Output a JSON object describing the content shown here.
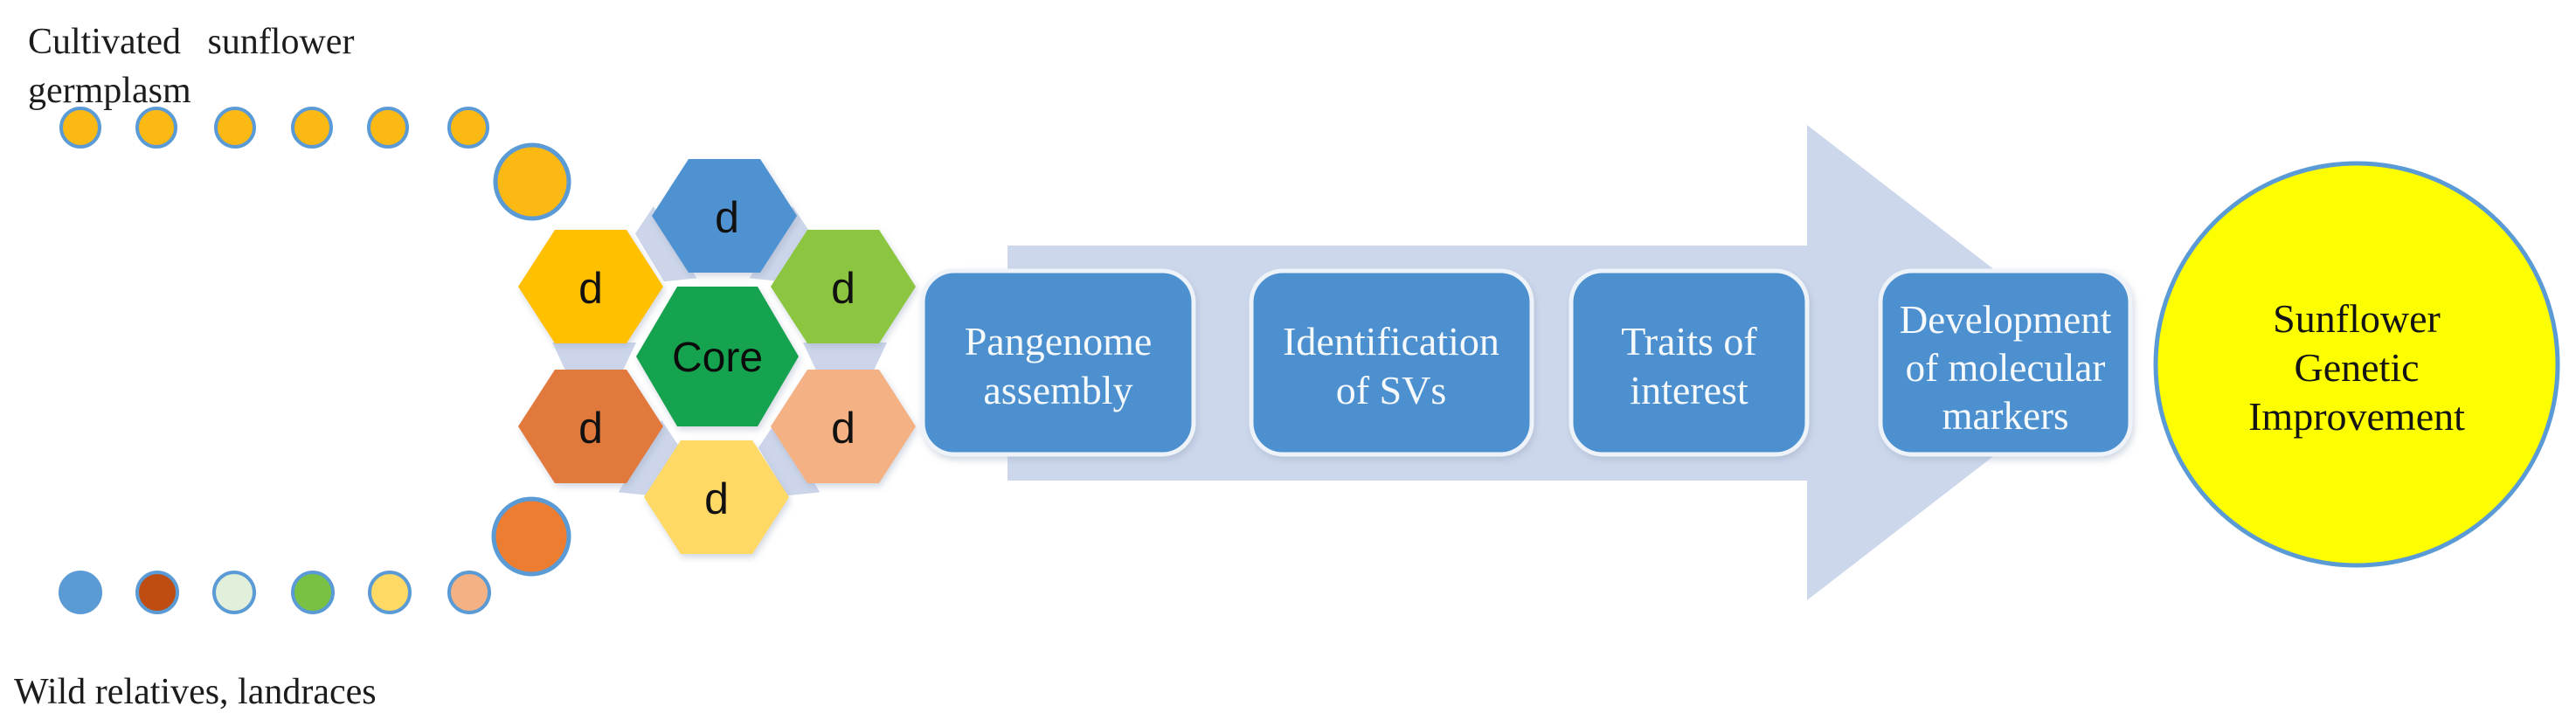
{
  "figure": {
    "background": "#ffffff",
    "description": "Sunflower pangenome workflow diagram"
  },
  "left_panel": {
    "cultivated_label": {
      "line1": "Cultivated sunflower",
      "line2": "germplasm",
      "text": "Cultivated sunflower germplasm"
    },
    "wild_label": "Wild relatives, landraces",
    "cultivated_dots": {
      "fill": "#fcb813",
      "stroke": "#5b9bd5"
    },
    "cultivated_big_dot_fill": "#fcb813",
    "wild_dots_stroke": "#5b9bd5",
    "wild_dots_fills": [
      "#5b9bd5",
      "#bf4d12",
      "#e2efda",
      "#78c142",
      "#fed966",
      "#f4b183"
    ],
    "wild_big_dot_fill": "#ed7d31"
  },
  "hexagon_cluster": {
    "connector_fill": "#ccd5ea",
    "core": {
      "label": "Core",
      "fill": "#16a34f"
    },
    "hexagons": [
      {
        "position": "top",
        "label": "d",
        "fill": "#4f92d1"
      },
      {
        "position": "top-left",
        "label": "d",
        "fill": "#ffc000"
      },
      {
        "position": "top-right",
        "label": "d",
        "fill": "#8cc63f"
      },
      {
        "position": "bottom-left",
        "label": "d",
        "fill": "#e0793a"
      },
      {
        "position": "bottom-right",
        "label": "d",
        "fill": "#f4b183"
      },
      {
        "position": "bottom",
        "label": "d",
        "fill": "#ffd966"
      }
    ]
  },
  "process_arrow": {
    "fill": "#ccd7ec",
    "step_fill": "#4e90cf",
    "step_border": "#eef3fa",
    "step_text_color": "#f7fafd",
    "steps": [
      {
        "text": "Pangenome assembly",
        "lines": [
          "Pangenome",
          "assembly"
        ]
      },
      {
        "text": "Identification of SVs",
        "lines": [
          "Identification",
          "of SVs"
        ]
      },
      {
        "text": "Traits of interest",
        "lines": [
          "Traits of",
          "interest"
        ]
      },
      {
        "text": "Development of molecular markers",
        "lines": [
          "Development",
          "of molecular",
          "markers"
        ]
      }
    ]
  },
  "outcome": {
    "text": "Sunflower Genetic Improvement",
    "lines": [
      "Sunflower",
      "Genetic",
      "Improvement"
    ],
    "fill": "#fdff00",
    "stroke": "#5b9bd5"
  }
}
